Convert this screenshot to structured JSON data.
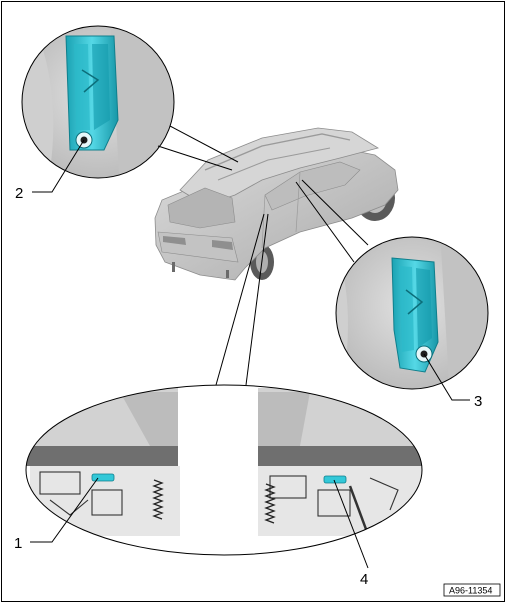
{
  "diagram": {
    "callouts": [
      {
        "id": "1",
        "label": "1"
      },
      {
        "id": "2",
        "label": "2"
      },
      {
        "id": "3",
        "label": "3"
      },
      {
        "id": "4",
        "label": "4"
      }
    ],
    "figure_id": "A96-11354"
  },
  "colors": {
    "highlight_part": "#33c8d8",
    "body_grey": "#c9c9c9",
    "line": "#000000"
  }
}
